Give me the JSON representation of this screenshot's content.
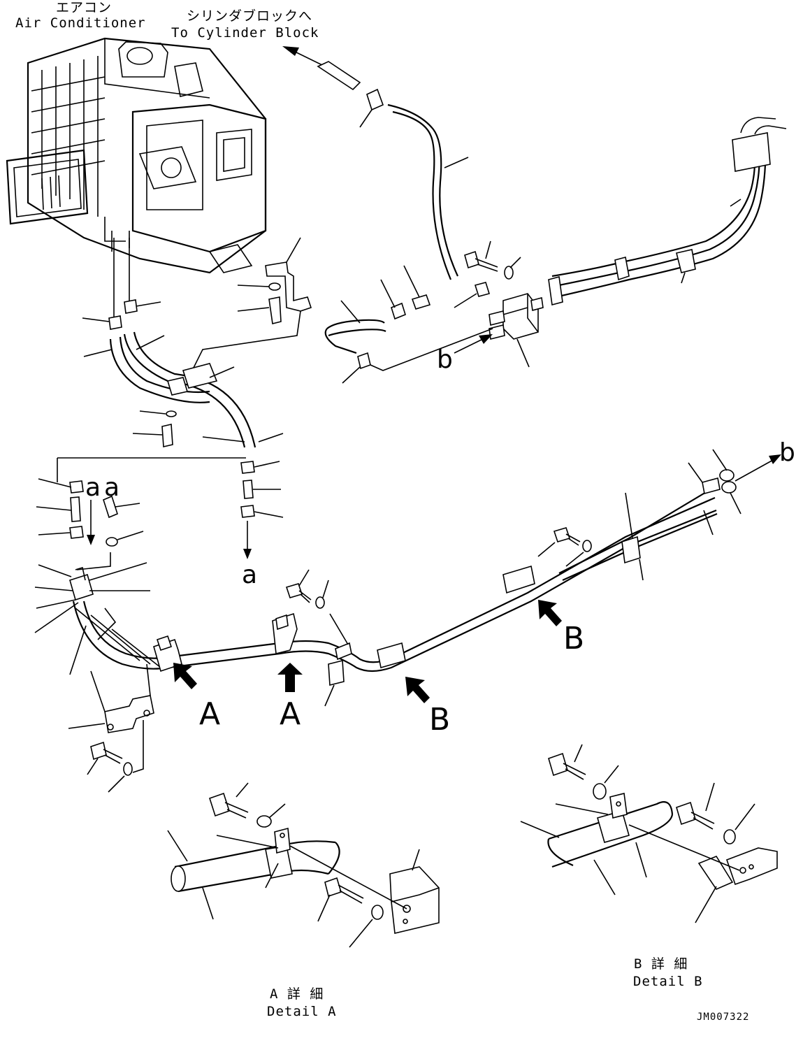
{
  "labels": {
    "air_conditioner_jp": "エアコン",
    "air_conditioner_en": "Air Conditioner",
    "cylinder_block_jp": "シリンダブロックへ",
    "cylinder_block_en": "To Cylinder Block",
    "ref_a_top": "a",
    "ref_a_mid": "a",
    "ref_a_left": "a",
    "ref_b_right": "b",
    "ref_b_left": "b",
    "view_A1": "A",
    "view_A2": "A",
    "view_B1": "B",
    "view_B2": "B",
    "detail_a_jp": "A 詳 細",
    "detail_a_en": "Detail A",
    "detail_b_jp": "B 詳 細",
    "detail_b_en": "Detail B",
    "drawing_code": "JM007322"
  },
  "colors": {
    "line": "#000000",
    "background": "#ffffff"
  }
}
